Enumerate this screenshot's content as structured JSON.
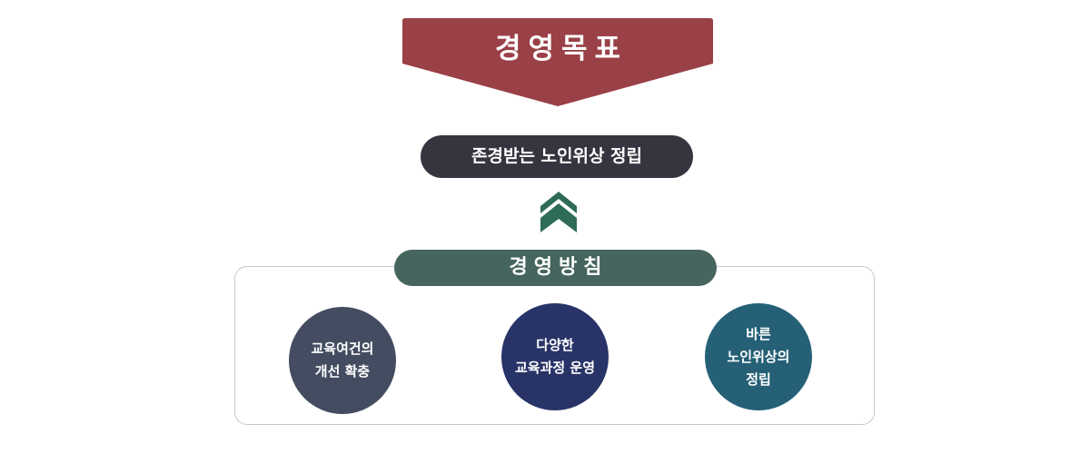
{
  "goal": {
    "title": "경영목표",
    "color": "#9a4047"
  },
  "vision": {
    "label": "존경받는 노인위상 정립",
    "color": "#353540"
  },
  "arrow": {
    "icon": "double-chevron-up-icon",
    "color": "#2e6b59"
  },
  "policy": {
    "title": "경영방침",
    "color": "#46655e",
    "items": [
      {
        "lines": [
          "교육여건의",
          "개선 확충"
        ],
        "color": "#434c60"
      },
      {
        "lines": [
          "다양한",
          "교육과정 운영"
        ],
        "color": "#283367"
      },
      {
        "lines": [
          "바른",
          "노인위상의",
          "정립"
        ],
        "color": "#256077"
      }
    ]
  }
}
